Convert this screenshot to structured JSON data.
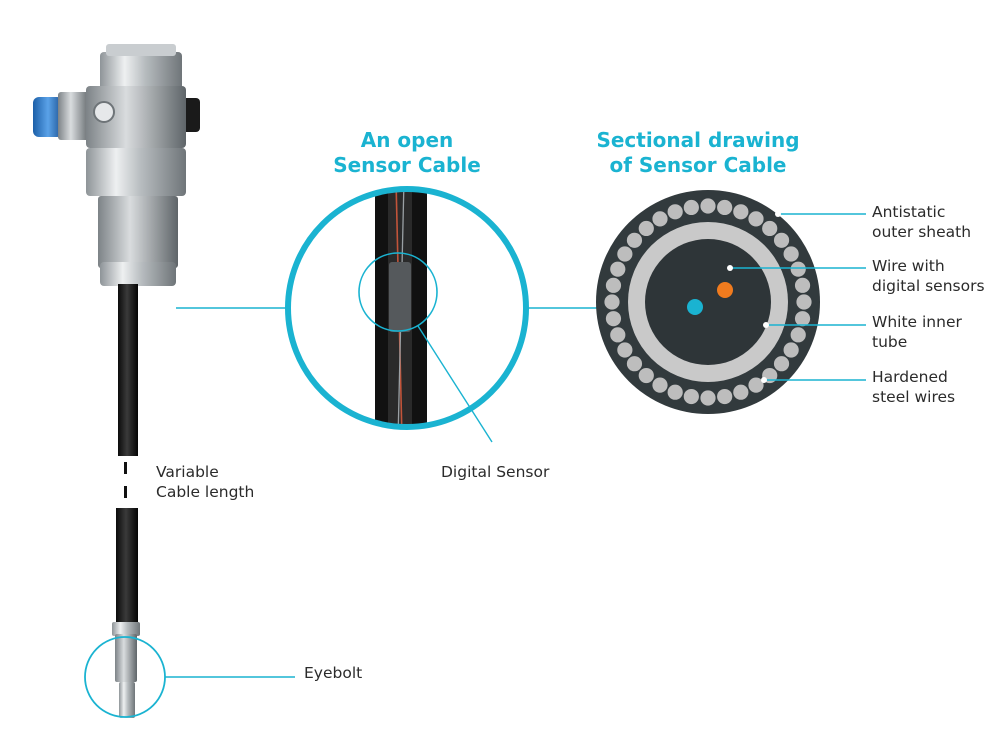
{
  "titles": {
    "open_cable_line1": "An open",
    "open_cable_line2": "Sensor Cable",
    "section_line1": "Sectional drawing",
    "section_line2": "of Sensor Cable"
  },
  "labels": {
    "antistatic_1": "Antistatic",
    "antistatic_2": "outer sheath",
    "wire_1": "Wire with",
    "wire_2": "digital sensors",
    "inner_tube_1": "White inner",
    "inner_tube_2": "tube",
    "steel_1": "Hardened",
    "steel_2": "steel wires",
    "digital_sensor": "Digital Sensor",
    "variable_1": "Variable",
    "variable_2": "Cable length",
    "eyebolt": "Eyebolt"
  },
  "colors": {
    "accent": "#1ab3d1",
    "sheath": "#323a3d",
    "inner_tube": "#c9c9c9",
    "steel_wire": "#bdbdbd",
    "core": "#2e3538",
    "sensor_wire_blue": "#1ab3d1",
    "sensor_wire_orange": "#f07b1e"
  },
  "section": {
    "steel_wire_count": 36
  }
}
